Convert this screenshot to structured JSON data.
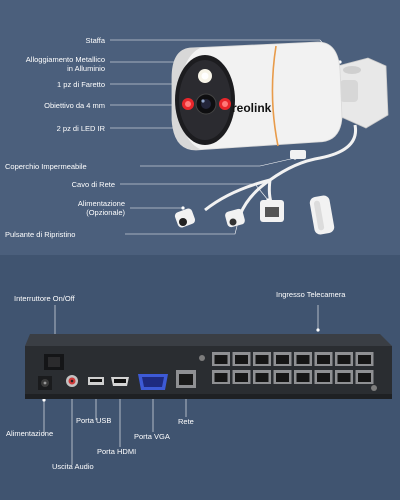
{
  "camera_labels": [
    {
      "id": "staffa",
      "text": "Staffa"
    },
    {
      "id": "alloggiamento-1",
      "text": "Alloggiamento Metallico"
    },
    {
      "id": "alloggiamento-2",
      "text": "in Alluminio"
    },
    {
      "id": "faretto",
      "text": "1 pz di Faretto"
    },
    {
      "id": "obiettivo",
      "text": "Obiettivo da 4 mm"
    },
    {
      "id": "led-ir",
      "text": "2 pz di LED IR"
    },
    {
      "id": "coperchio",
      "text": "Coperchio Impermeabile"
    },
    {
      "id": "cavo-rete",
      "text": "Cavo di Rete"
    },
    {
      "id": "alimentazione-1",
      "text": "Alimentazione"
    },
    {
      "id": "alimentazione-2",
      "text": "(Opzionale)"
    },
    {
      "id": "ripristino",
      "text": "Pulsante di Ripristino"
    }
  ],
  "nvr_labels": {
    "interruttore": "Interruttore On/Off",
    "ingresso": "Ingresso Telecamera",
    "alimentazione": "Alimentazione",
    "usb": "Porta USB",
    "uscita_audio": "Uscita Audio",
    "hdmi": "Porta HDMI",
    "vga": "Porta VGA",
    "rete": "Rete"
  },
  "brand": {
    "logo_text": "reolink"
  },
  "colors": {
    "background_top": "#4b5f7c",
    "background_bottom": "#405470",
    "camera_body": "#f2f2f2",
    "ir_led": "#e8262b",
    "nvr_body": "#2a2d31"
  }
}
